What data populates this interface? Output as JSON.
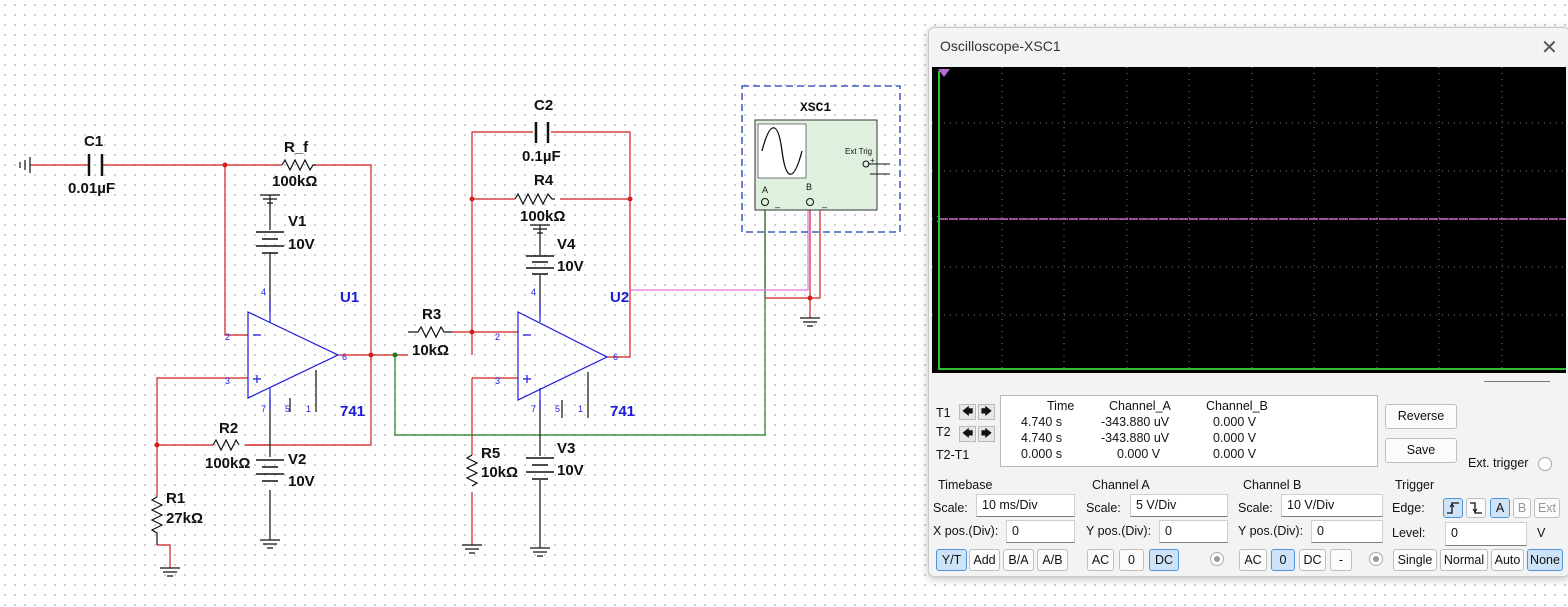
{
  "schematic": {
    "components": {
      "c1": {
        "name": "C1",
        "value": "0.01µF"
      },
      "rf": {
        "name": "R_f",
        "value": "100kΩ"
      },
      "v1": {
        "name": "V1",
        "value": "10V"
      },
      "u1": {
        "name": "U1",
        "model": "741"
      },
      "r2": {
        "name": "R2",
        "value": "100kΩ"
      },
      "v2": {
        "name": "V2",
        "value": "10V"
      },
      "r1": {
        "name": "R1",
        "value": "27kΩ"
      },
      "r3": {
        "name": "R3",
        "value": "10kΩ"
      },
      "c2": {
        "name": "C2",
        "value": "0.1µF"
      },
      "r4": {
        "name": "R4",
        "value": "100kΩ"
      },
      "v4": {
        "name": "V4",
        "value": "10V"
      },
      "u2": {
        "name": "U2",
        "model": "741"
      },
      "r5": {
        "name": "R5",
        "value": "10kΩ"
      },
      "v3": {
        "name": "V3",
        "value": "10V"
      }
    },
    "pins": {
      "p2": "2",
      "p3": "3",
      "p4": "4",
      "p5": "5",
      "p6": "6",
      "p7": "7",
      "p1": "1"
    },
    "xsc1": {
      "label": "XSC1",
      "ext_trig": "Ext Trig",
      "pin_a": "A",
      "pin_b": "B",
      "plus": "+",
      "minus": "_"
    },
    "colors": {
      "wire_red": "#d11f1f",
      "wire_green": "#1e7a1e",
      "wire_magenta": "#e070e0",
      "component": "#1a1adb"
    }
  },
  "scope": {
    "title": "Oscilloscope-XSC1",
    "close": "✕",
    "trace_color": "#d46bd4",
    "readings": {
      "headers": {
        "time": "Time",
        "channel_a": "Channel_A",
        "channel_b": "Channel_B"
      },
      "rows": [
        {
          "label": "T1",
          "time": "4.740 s",
          "a": "-343.880 uV",
          "b": "0.000 V"
        },
        {
          "label": "T2",
          "time": "4.740 s",
          "a": "-343.880 uV",
          "b": "0.000 V"
        },
        {
          "label": "T2-T1",
          "time": "0.000 s",
          "a": "0.000 V",
          "b": "0.000 V"
        }
      ],
      "arrow_left": "🡄",
      "arrow_right": "🡆"
    },
    "buttons": {
      "reverse": "Reverse",
      "save": "Save",
      "ext_trigger": "Ext. trigger"
    },
    "timebase": {
      "title": "Timebase",
      "scale_label": "Scale:",
      "scale_value": "10 ms/Div",
      "xpos_label": "X pos.(Div):",
      "xpos_value": "0",
      "modes": [
        "Y/T",
        "Add",
        "B/A",
        "A/B"
      ],
      "selected_mode": "Y/T"
    },
    "channel_a": {
      "title": "Channel A",
      "scale_label": "Scale:",
      "scale_value": "5  V/Div",
      "ypos_label": "Y pos.(Div):",
      "ypos_value": "0",
      "coupling": [
        "AC",
        "0",
        "DC"
      ],
      "selected": "DC"
    },
    "channel_b": {
      "title": "Channel B",
      "scale_label": "Scale:",
      "scale_value": "10  V/Div",
      "ypos_label": "Y pos.(Div):",
      "ypos_value": "0",
      "coupling": [
        "AC",
        "0",
        "DC",
        "-"
      ],
      "selected": "0"
    },
    "trigger": {
      "title": "Trigger",
      "edge_label": "Edge:",
      "sources": [
        "A",
        "B",
        "Ext"
      ],
      "selected_source": "A",
      "level_label": "Level:",
      "level_value": "0",
      "level_unit": "V",
      "modes": [
        "Single",
        "Normal",
        "Auto",
        "None"
      ],
      "selected_mode": "None"
    }
  }
}
